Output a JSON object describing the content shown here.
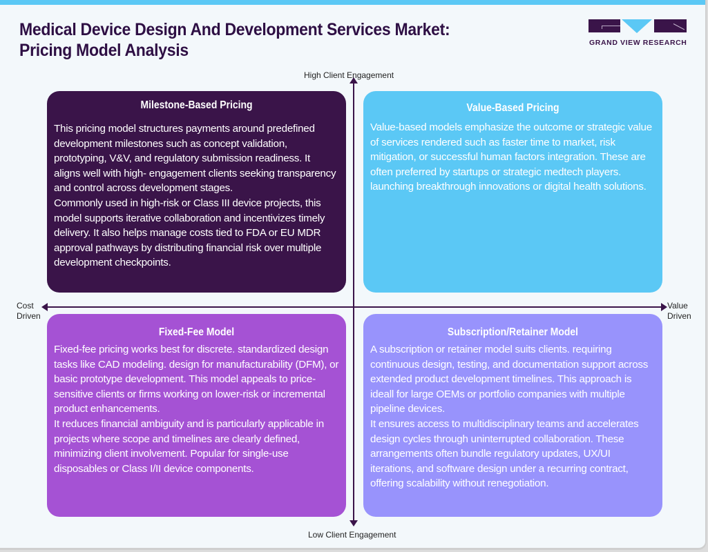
{
  "header": {
    "title": "Medical Device Design And Development Services Market: Pricing Model Analysis",
    "logo_text": "GRAND VIEW RESEARCH"
  },
  "axes": {
    "top": "High Client Engagement",
    "bottom": "Low Client Engagement",
    "left": "Cost Driven",
    "right": "Value Driven"
  },
  "colors": {
    "dark_purple": "#3a1449",
    "sky_blue": "#5bc8f5",
    "violet": "#a552d4",
    "periwinkle": "#9893fc",
    "background": "#f3f8fb"
  },
  "quadrants": {
    "milestone": {
      "title": "Milestone-Based Pricing",
      "body": "This pricing model structures payments around predefined development milestones such as concept validation, prototyping, V&V, and regulatory submission readiness. It aligns well with high- engagement clients seeking transparency and control across development stages.\nCommonly used in high-risk or Class III device projects, this model supports iterative collaboration and incentivizes timely delivery. It also helps manage costs tied to FDA or EU MDR approval pathways by distributing financial risk over multiple development checkpoints."
    },
    "value": {
      "title": "Value-Based Pricing",
      "body": "Value-based models emphasize the outcome or strategic value of services rendered such as faster time to market, risk mitigation, or successful human factors integration. These are often preferred by startups or strategic medtech players. launching breakthrough innovations or digital health solutions."
    },
    "fixed": {
      "title": "Fixed-Fee Model",
      "body": "Fixed-fee pricing works best for discrete. standardized design tasks like CAD modeling. design for manufacturability (DFM), or basic prototype development. This model appeals to price- sensitive clients or firms working on lower-risk or incremental product enhancements.\nIt reduces financial ambiguity and is particularly applicable in projects where scope and timelines are clearly defined, minimizing client involvement. Popular for single-use disposables or Class I/II device components."
    },
    "subscription": {
      "title": "Subscription/Retainer Model",
      "body": "A subscription or retainer model suits clients. requiring continuous design, testing, and documentation support across extended product development timelines. This approach is ideall for large OEMs or portfolio companies with multiple pipeline devices.\nIt ensures access to multidisciplinary teams and accelerates design cycles through uninterrupted collaboration. These arrangements often bundle regulatory updates, UX/UI iterations, and software design under a recurring contract, offering scalability without renegotiation."
    }
  }
}
